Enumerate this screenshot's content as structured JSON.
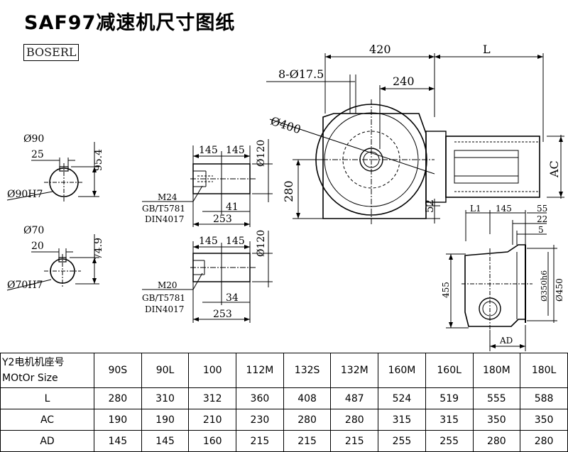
{
  "title": "SAF97减速机尺寸图纸",
  "logo": "BOSERL",
  "left_views": {
    "upper": {
      "bore": "Ø90",
      "keyway": "25",
      "key_height": "95.4",
      "tolerance": "Ø90H7"
    },
    "lower": {
      "bore": "Ø70",
      "keyway": "20",
      "key_height": "74.9",
      "tolerance": "Ø70H7"
    }
  },
  "shaft_views": {
    "upper": {
      "len_a": "145",
      "len_b": "145",
      "dia": "Ø120",
      "thread": "M24",
      "std1": "GB/T5781",
      "std2": "DIN4017",
      "len_c": "41",
      "len_total": "253"
    },
    "lower": {
      "len_a": "145",
      "len_b": "145",
      "dia": "Ø120",
      "thread": "M20",
      "std1": "GB/T5781",
      "std2": "DIN4017",
      "len_c": "34",
      "len_total": "253"
    }
  },
  "main_view": {
    "dim_420": "420",
    "dim_L": "L",
    "holes": "8-Ø17.5",
    "dim_240": "240",
    "flange_dia": "Ø400",
    "height_280": "280",
    "dim_52": "52",
    "dim_AC": "AC"
  },
  "side_view": {
    "L1": "L1",
    "dim_145": "145",
    "dim_55": "55",
    "dim_22": "22",
    "dim_5": "5",
    "dim_455": "455",
    "pilot": "Ø350h6",
    "dia_450": "Ø450",
    "AD": "AD"
  },
  "table": {
    "header_label_1": "Y2电机机座号",
    "header_label_2": "MOtOr Size",
    "sizes": [
      "90S",
      "90L",
      "100",
      "112M",
      "132S",
      "132M",
      "160M",
      "160L",
      "180M",
      "180L"
    ],
    "rows": [
      {
        "label": "L",
        "values": [
          "280",
          "310",
          "312",
          "360",
          "408",
          "487",
          "524",
          "519",
          "555",
          "588"
        ]
      },
      {
        "label": "AC",
        "values": [
          "190",
          "190",
          "210",
          "230",
          "280",
          "280",
          "315",
          "315",
          "350",
          "350"
        ]
      },
      {
        "label": "AD",
        "values": [
          "145",
          "145",
          "160",
          "215",
          "215",
          "215",
          "255",
          "255",
          "280",
          "280"
        ]
      }
    ]
  }
}
